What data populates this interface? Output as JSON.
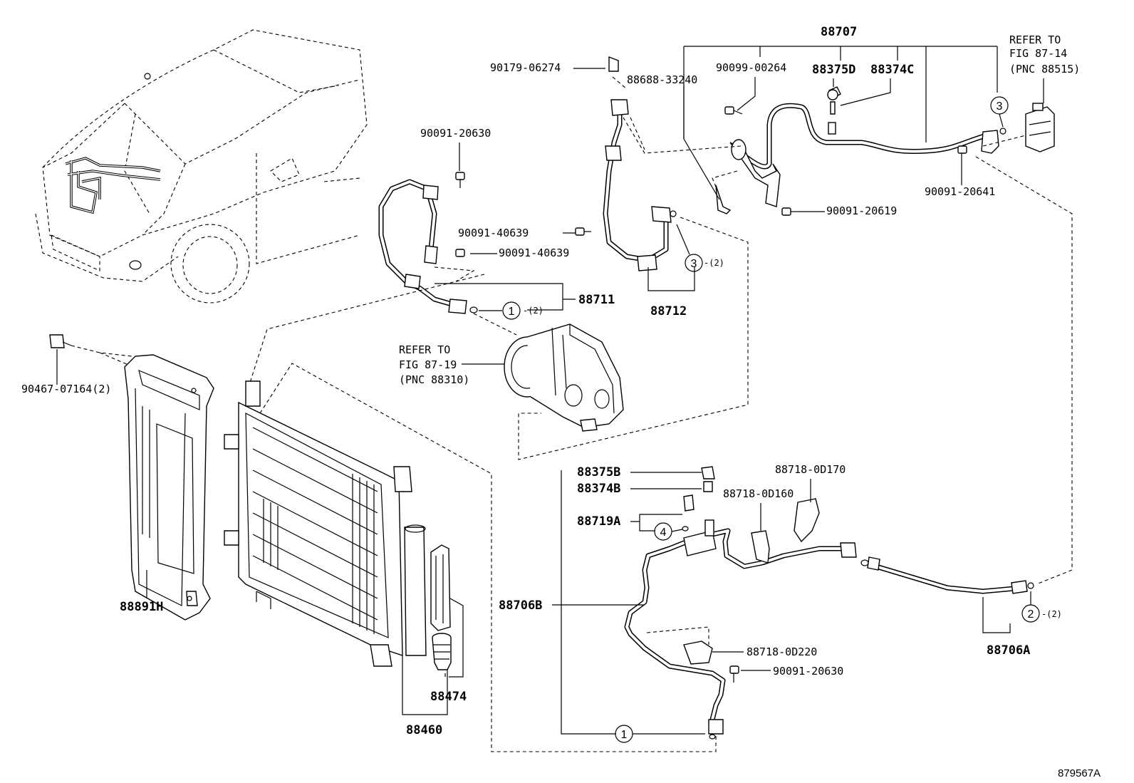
{
  "figure_id": "879567A",
  "refer_1": {
    "line1": "REFER TO",
    "line2": "FIG 87-14",
    "line3": "(PNC 88515)"
  },
  "refer_2": {
    "line1": "REFER TO",
    "line2": "FIG 87-19",
    "line3": "(PNC 88310)"
  },
  "parts": {
    "p88707": "88707",
    "p88688_33240": "88688-33240",
    "p90099_00264": "90099-00264",
    "p88375D": "88375D",
    "p88374C": "88374C",
    "p90179_06274": "90179-06274",
    "p90091_20630_top": "90091-20630",
    "p90091_40639_a": "90091-40639",
    "p90091_40639_b": "90091-40639",
    "p88711": "88711",
    "p88712": "88712",
    "p90091_20619": "90091-20619",
    "p90091_20641": "90091-20641",
    "p90467_07164": "90467-07164(2)",
    "p88891H": "88891H",
    "p88375B": "88375B",
    "p88374B": "88374B",
    "p88719A": "88719A",
    "p88706B": "88706B",
    "p88718_0D170": "88718-0D170",
    "p88718_0D160": "88718-0D160",
    "p88718_0D220": "88718-0D220",
    "p90091_20630_bot": "90091-20630",
    "p88706A": "88706A",
    "p88474": "88474",
    "p88460": "88460"
  },
  "callouts": {
    "c1_top": "1",
    "c1_top_qty": "-(2)",
    "c3_a": "3",
    "c3_b": "3",
    "c3_b_qty": "-(2)",
    "c4": "4",
    "c2": "2",
    "c2_qty": "-(2)",
    "c1_bot": "1"
  }
}
